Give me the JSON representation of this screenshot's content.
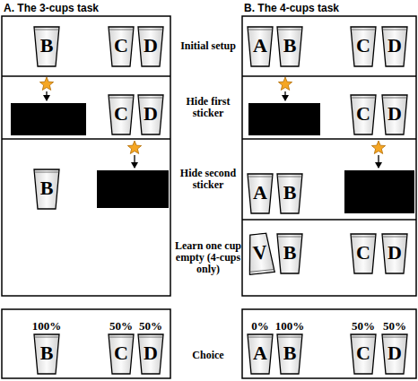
{
  "diagram": {
    "nodes": [
      {
        "text": [
          "B"
        ]
      },
      {
        "text": [
          "C"
        ]
      },
      {
        "text": [
          "D"
        ]
      },
      {
        "text": [
          "C"
        ]
      },
      {
        "text": [
          "D"
        ]
      },
      {
        "text": [
          "B"
        ]
      },
      {
        "text": [
          "100%",
          "B"
        ]
      },
      {
        "text": [
          "50%",
          "C"
        ]
      },
      {
        "text": [
          "50%",
          "D"
        ]
      },
      {
        "text": [
          "A"
        ]
      },
      {
        "text": [
          "B"
        ]
      },
      {
        "text": [
          "C"
        ]
      },
      {
        "text": [
          "D"
        ]
      },
      {
        "text": [
          "C"
        ]
      },
      {
        "text": [
          "D"
        ]
      },
      {
        "text": [
          "A"
        ]
      },
      {
        "text": [
          "B"
        ]
      },
      {
        "text": [
          "V"
        ]
      },
      {
        "text": [
          "B"
        ]
      },
      {
        "text": [
          "C"
        ]
      },
      {
        "text": [
          "D"
        ]
      },
      {
        "text": [
          "0%",
          "A"
        ]
      },
      {
        "text": [
          "100%",
          "B"
        ]
      },
      {
        "text": [
          "50%",
          "C"
        ]
      },
      {
        "text": [
          "50%",
          "D"
        ]
      }
    ],
    "labels": [
      "A. The 3-cups task",
      "B. The 4-cups task",
      "Initial setup",
      "Hide first sticker",
      "Hide second sticker",
      "Learn one cup empty (4-cups only)",
      "Choice"
    ]
  }
}
